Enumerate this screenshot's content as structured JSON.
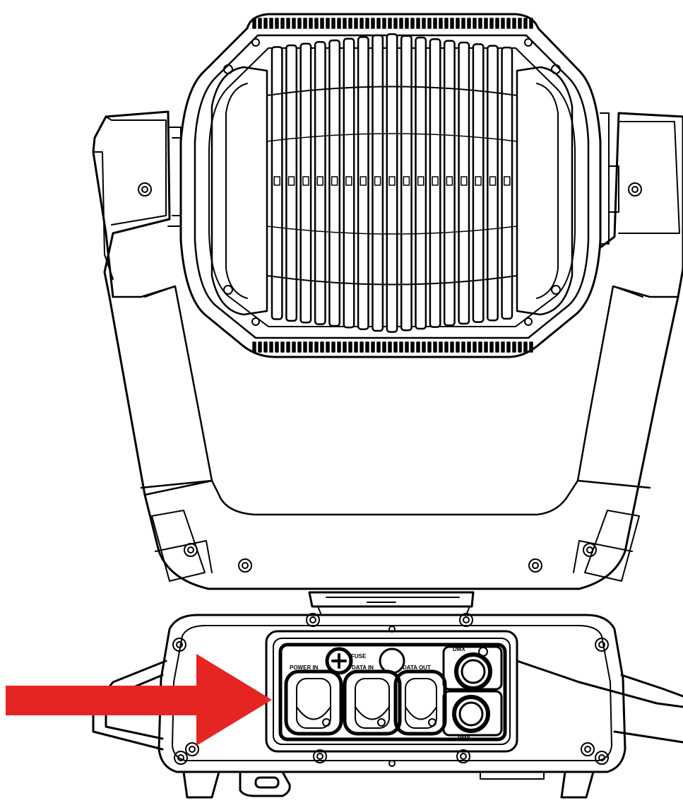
{
  "figure": {
    "subject": "moving head light fixture, front view",
    "line_color": "#000000",
    "background": "#ffffff",
    "arrow_color": "#e52521"
  },
  "labels": {
    "fuse": "FUSE",
    "power_in": "POWER IN",
    "data_in": "DATA IN",
    "data_out": "DATA OUT",
    "dmx_top": "DMX",
    "dmx_bottom": "DMX"
  }
}
